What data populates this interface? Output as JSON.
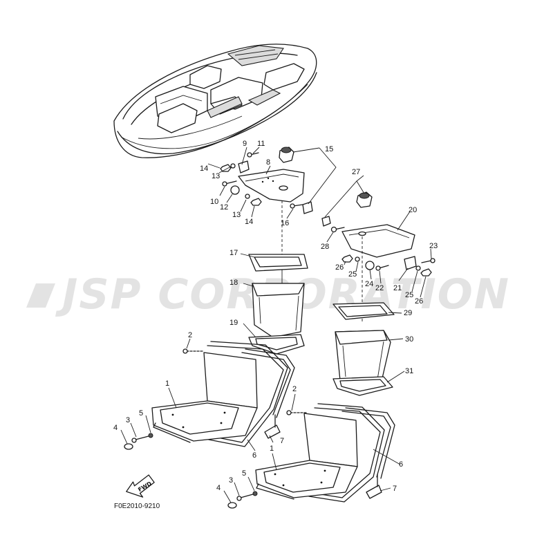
{
  "watermark": "JSP CORPORATION",
  "diagram_code": "F0E2010-9210",
  "fwd_label": "FWD",
  "callouts": {
    "c1a": "1",
    "c1b": "1",
    "c2a": "2",
    "c2b": "2",
    "c3a": "3",
    "c3b": "3",
    "c4a": "4",
    "c4b": "4",
    "c5a": "5",
    "c5b": "5",
    "c6a": "6",
    "c6b": "6",
    "c7a": "7",
    "c7b": "7",
    "c8": "8",
    "c9": "9",
    "c10": "10",
    "c11": "11",
    "c12": "12",
    "c13a": "13",
    "c13b": "13",
    "c14a": "14",
    "c14b": "14",
    "c15": "15",
    "c16": "16",
    "c17": "17",
    "c18": "18",
    "c19": "19",
    "c20": "20",
    "c21": "21",
    "c22": "22",
    "c23": "23",
    "c24": "24",
    "c25a": "25",
    "c25b": "25",
    "c26a": "26",
    "c26b": "26",
    "c27": "27",
    "c28": "28",
    "c29": "29",
    "c30": "30",
    "c31": "31"
  }
}
